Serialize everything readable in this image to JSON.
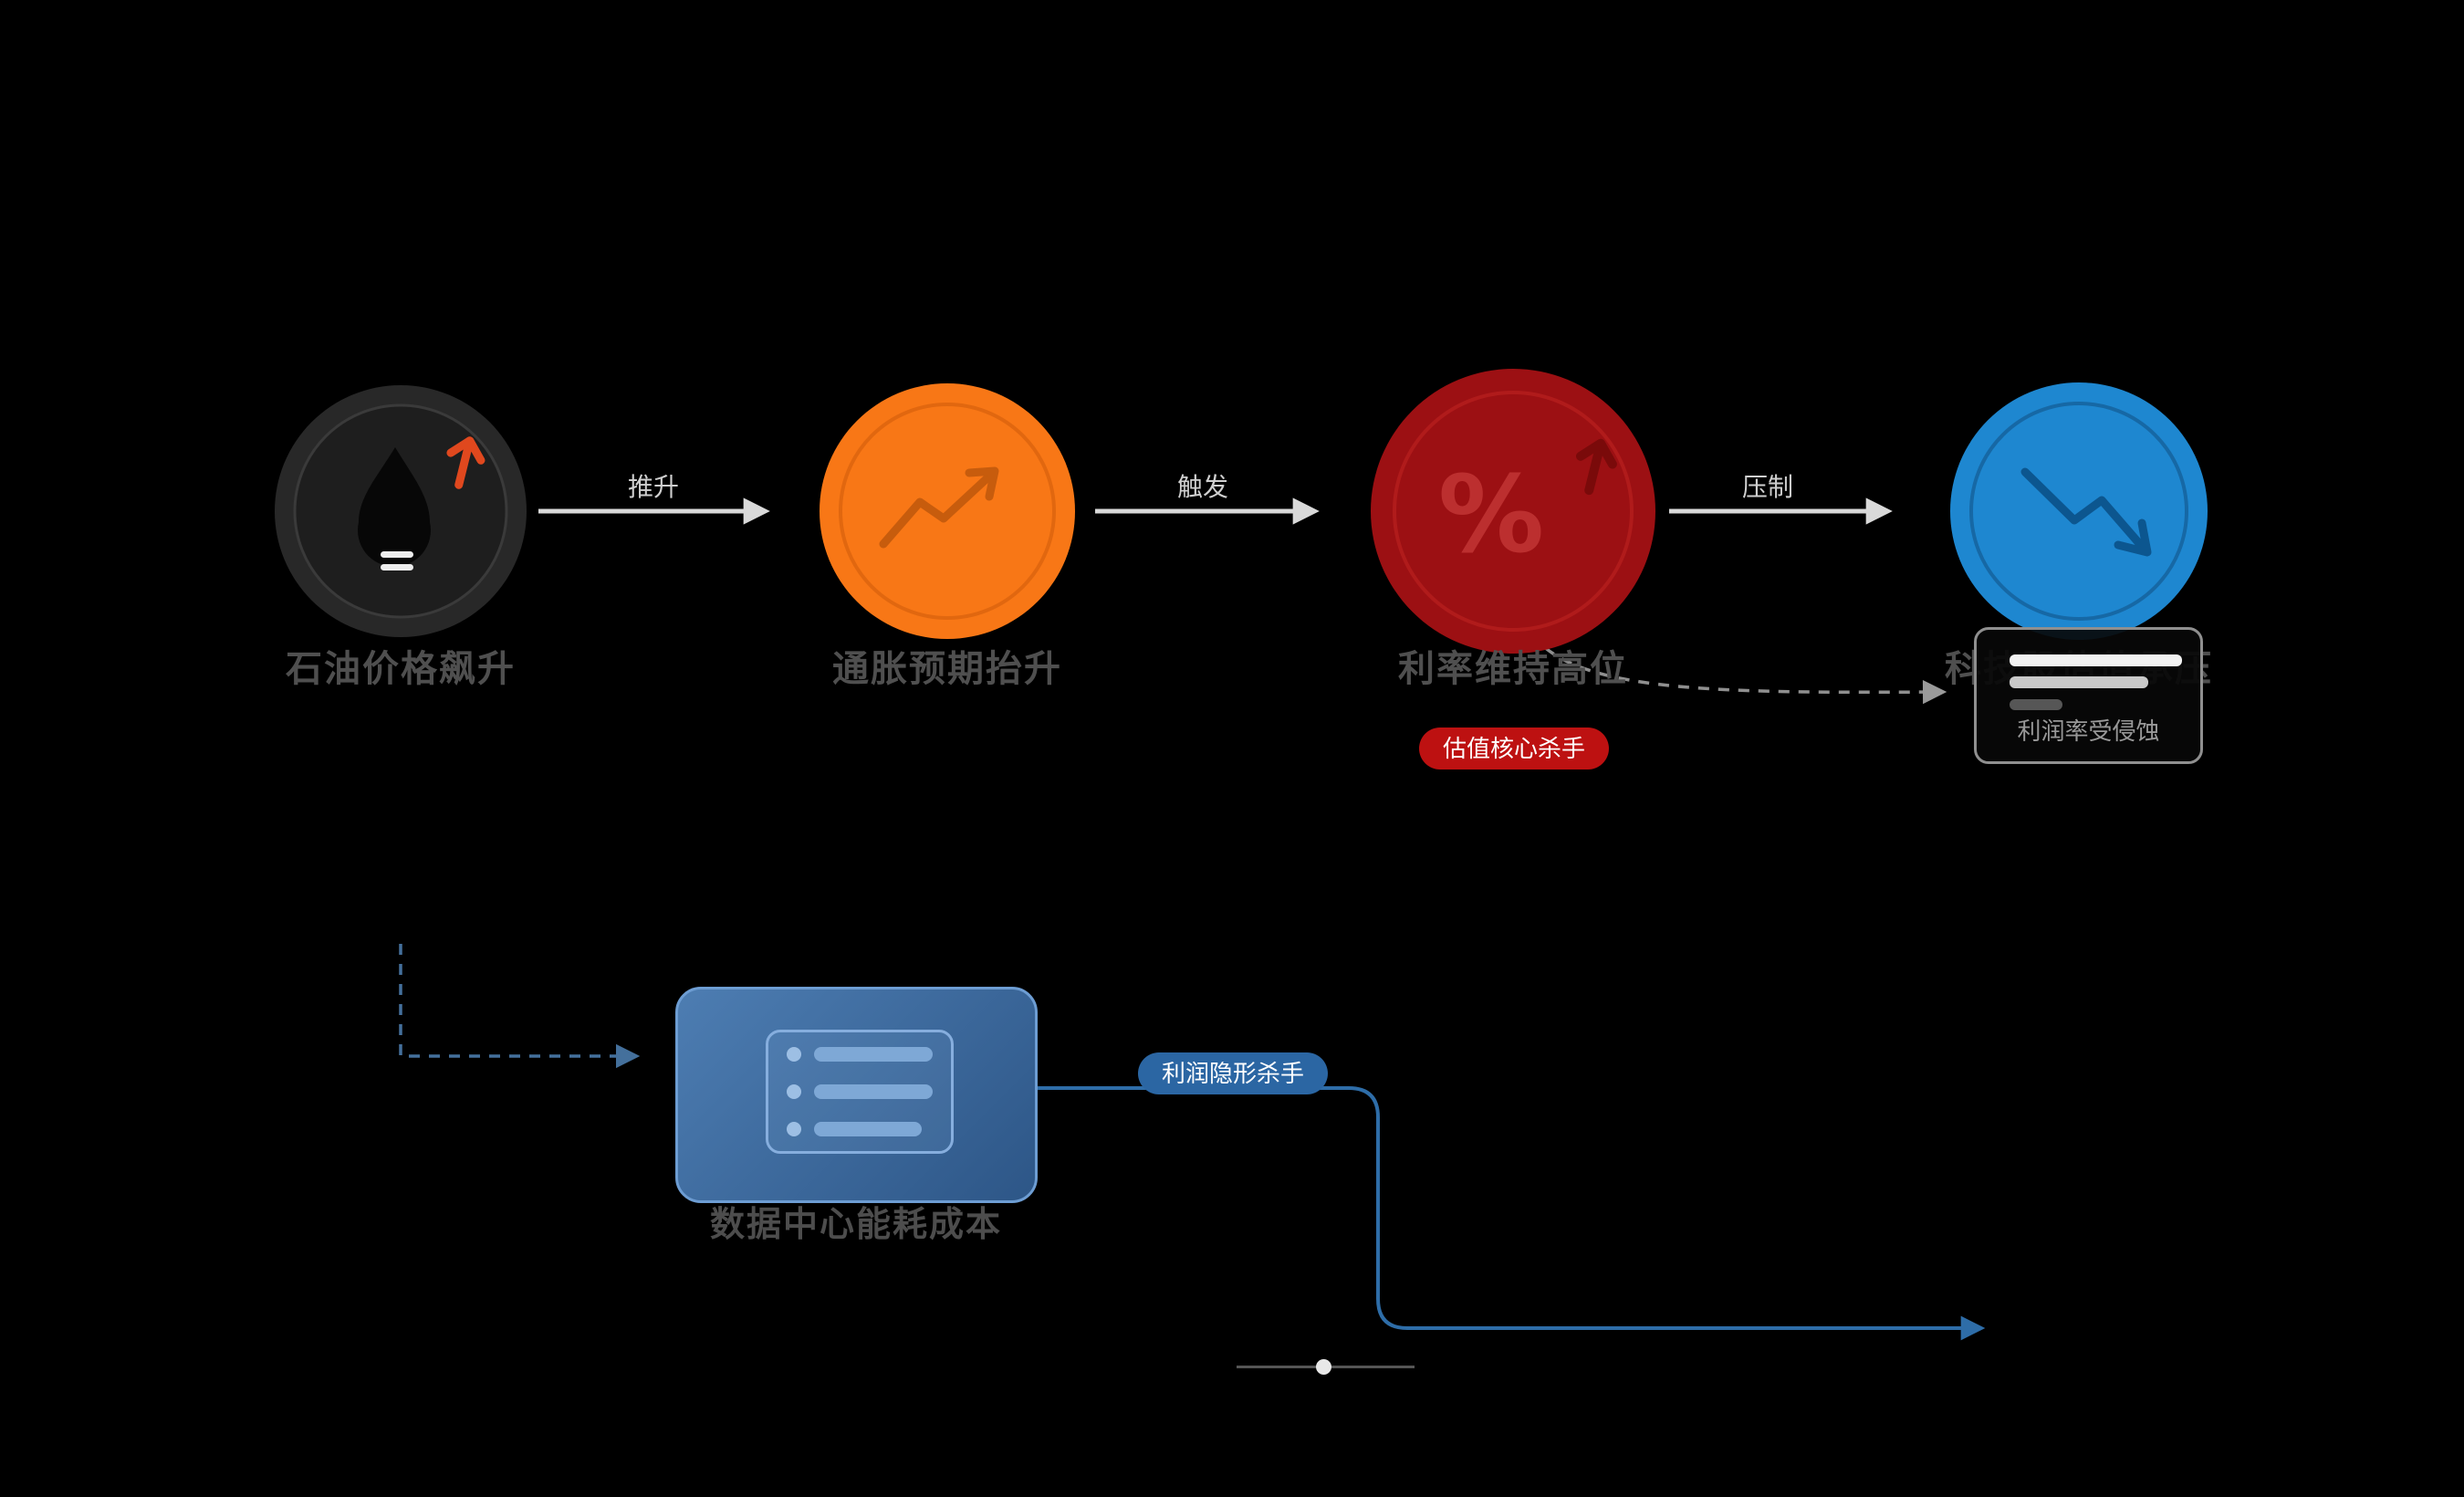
{
  "diagram": {
    "background": "#000000",
    "nodes": [
      {
        "label": "石油价格飙升",
        "icon": "oil-drop-up-arrow-icon",
        "color": "#282828"
      },
      {
        "label": "通胀预期抬升",
        "icon": "inflation-trend-up-icon",
        "color": "#f87716"
      },
      {
        "label": "利率维持高位",
        "icon": "percent-up-arrow-icon",
        "color": "#9c1013",
        "badge": {
          "label": "估值核心杀手",
          "color": "#bd1111"
        }
      },
      {
        "label": "科技股估值承压",
        "icon": "stock-trend-down-icon",
        "color": "#1e87d0"
      }
    ],
    "edges": [
      {
        "label": "推升"
      },
      {
        "label": "触发"
      },
      {
        "label": "压制"
      }
    ],
    "margin_panel": {
      "label": "利润率受侵蚀",
      "icon": "report-lines-icon"
    },
    "datacenter": {
      "label": "数据中心能耗成本",
      "icon": "server-rack-icon",
      "badge": {
        "label": "利润隐形杀手",
        "color": "#2b66a3"
      }
    },
    "colors": {
      "arrow": "#d9d9d9",
      "dashed_gray": "#8f8f8f",
      "dashed_blue": "#44709c",
      "flow_blue": "#2e6da8",
      "node_label": "#4f4f4f",
      "edge_label": "#cfcfcf"
    }
  }
}
